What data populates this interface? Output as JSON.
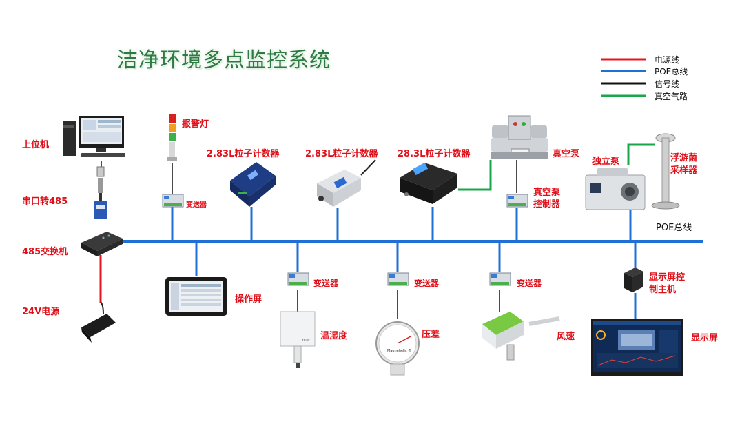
{
  "title": "洁净环境多点监控系统",
  "legend": [
    {
      "label": "电源线",
      "color": "#e8141b"
    },
    {
      "label": "POE总线",
      "color": "#1f6fd6"
    },
    {
      "label": "信号线",
      "color": "#111111"
    },
    {
      "label": "真空气路",
      "color": "#1aa64a"
    }
  ],
  "labels": {
    "host": "上位机",
    "serial": "串口转485",
    "switch485": "485交换机",
    "power24": "24V电源",
    "alarm": "报警灯",
    "transmitter": "变送器",
    "pc283a": "2.83L粒子计数器",
    "pc283b": "2.83L粒子计数器",
    "pc283c": "28.3L粒子计数器",
    "vac_pump": "真空泵",
    "vac_ctrl": "真空泵\n控制器",
    "indep_pump": "独立泵",
    "sampler": "浮游菌\n采样器",
    "poe_bus": "POE总线",
    "op_screen": "操作屏",
    "temp_hum": "温湿度",
    "diff_press": "压差",
    "wind": "风速",
    "disp_ctrl": "显示屏控\n制主机",
    "display": "显示屏",
    "gauge_text": "Magnehelic ®"
  }
}
